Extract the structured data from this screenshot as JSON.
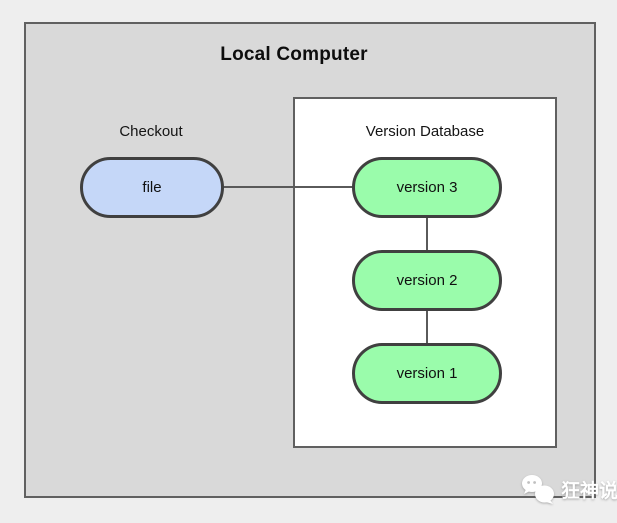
{
  "canvas": {
    "background": "#eeeeee"
  },
  "diagram": {
    "title": "Local Computer",
    "checkout": {
      "label": "Checkout",
      "file_node": "file"
    },
    "version_database": {
      "label": "Version Database",
      "versions": [
        "version 3",
        "version 2",
        "version 1"
      ]
    },
    "colors": {
      "outer_box_fill": "#d9d9d9",
      "box_border": "#606060",
      "db_box_fill": "#ffffff",
      "file_node_fill": "#c5d7f8",
      "version_node_fill": "#9afcab",
      "node_border": "#404040",
      "connector": "#5a5a5a",
      "title_text": "#0d0d0d",
      "watermark_text_color": "#ffffff"
    },
    "watermark": {
      "text": "狂神说"
    }
  }
}
